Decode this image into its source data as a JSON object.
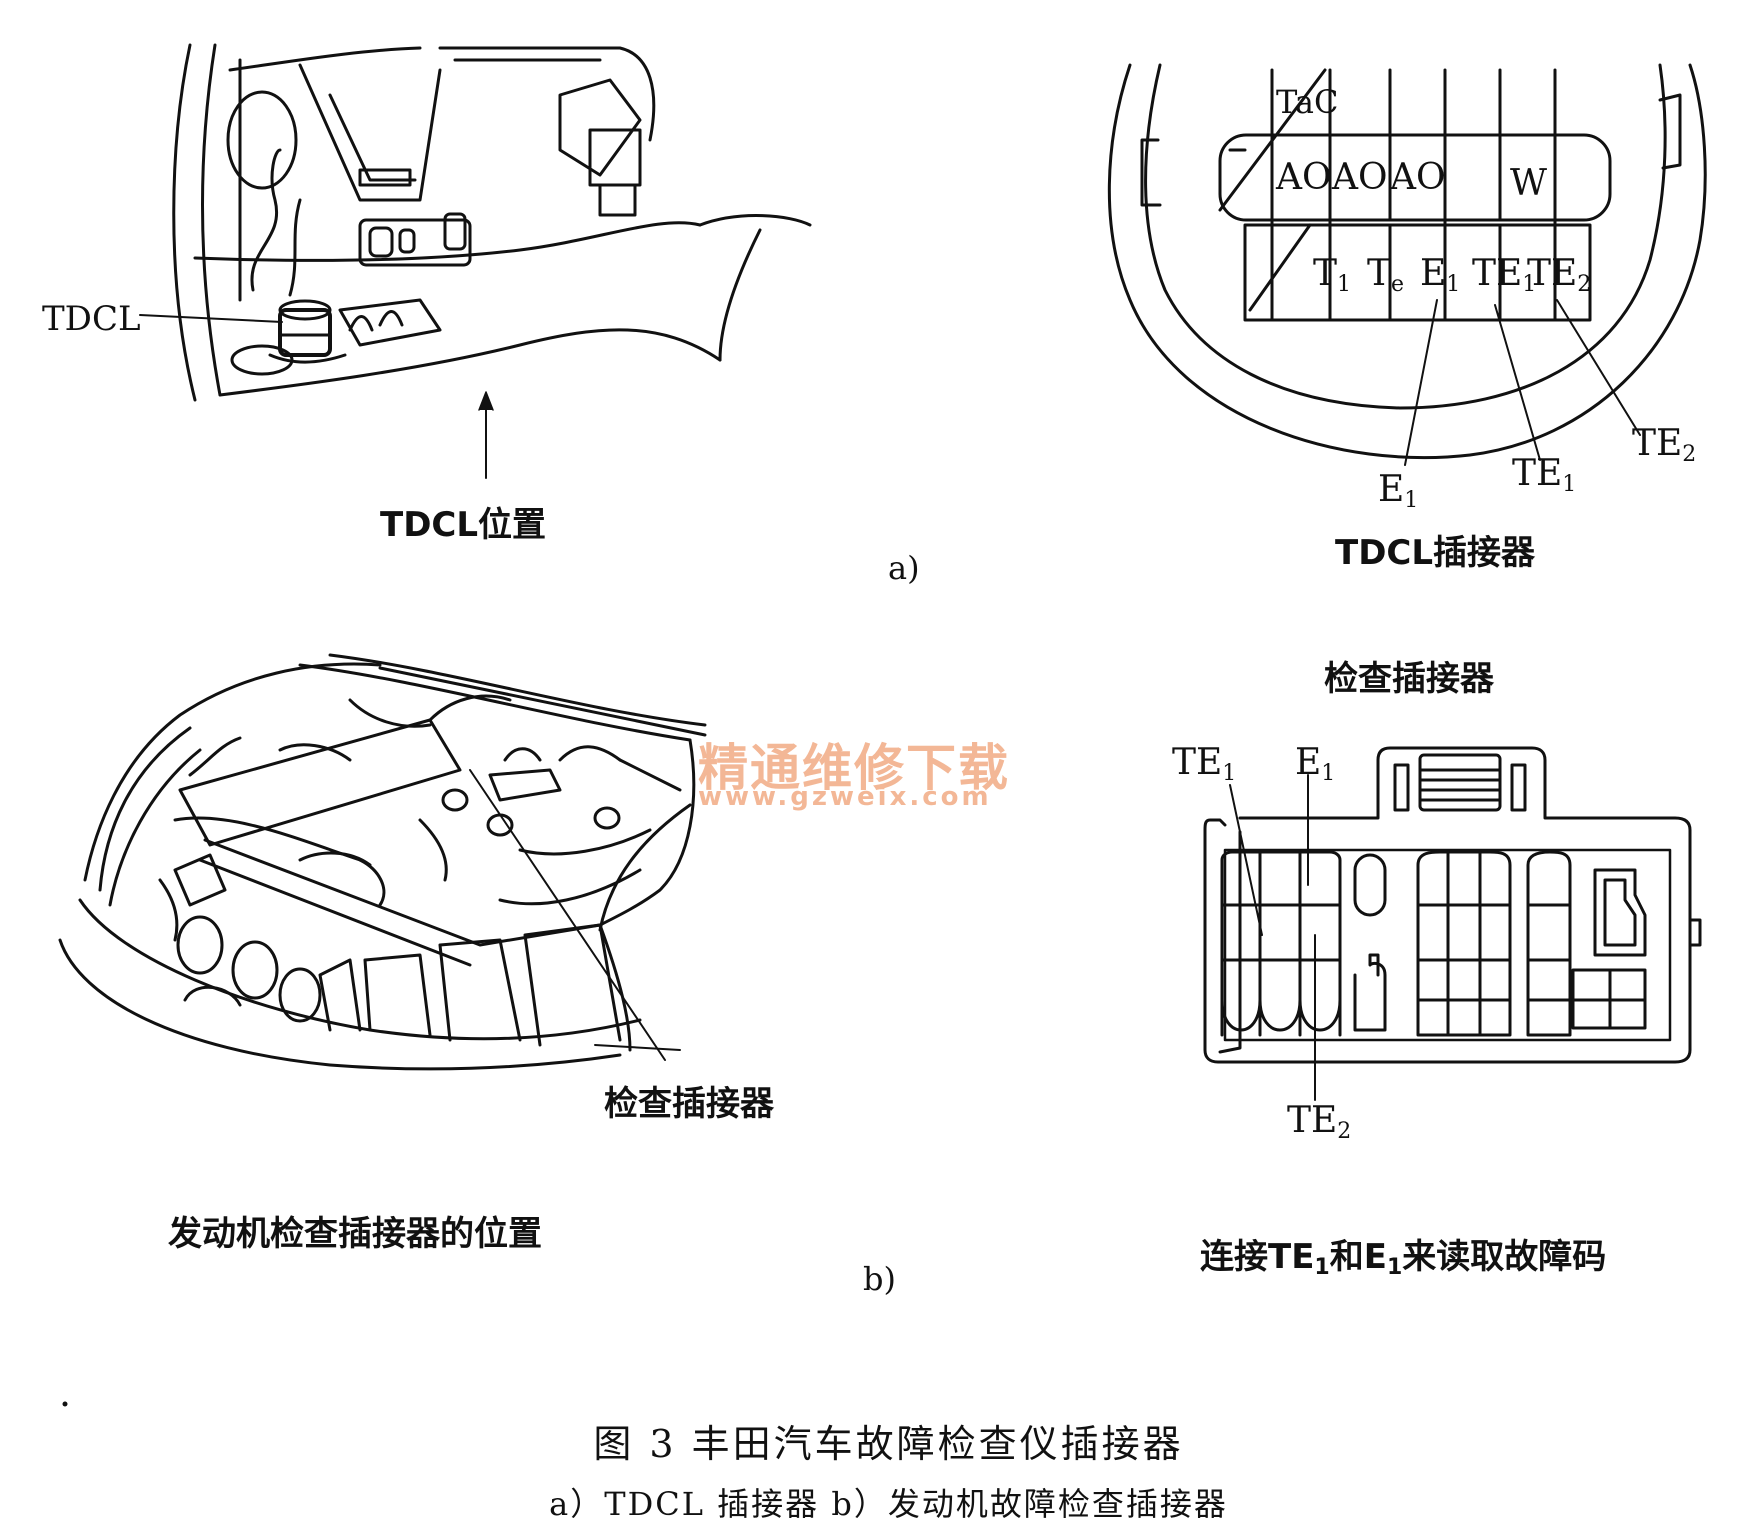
{
  "watermark": {
    "title": "精通维修下载",
    "url": "www.gzweix.com"
  },
  "panel_a": {
    "tag": "a)",
    "location": {
      "pointer_label": "TDCL",
      "caption": "TDCL位置"
    },
    "connector": {
      "caption": "TDCL插接器",
      "top_row_label": "TaC",
      "middle_row": [
        "AO",
        "AO",
        "AO",
        "W"
      ],
      "bottom_row": [
        {
          "base": "T",
          "sub": "1"
        },
        {
          "base": "T",
          "sub": "e"
        },
        {
          "base": "E",
          "sub": "1"
        },
        {
          "base": "TE",
          "sub": "1"
        },
        {
          "base": "TE",
          "sub": "2"
        }
      ],
      "callouts": [
        {
          "base": "E",
          "sub": "1"
        },
        {
          "base": "TE",
          "sub": "1"
        },
        {
          "base": "TE",
          "sub": "2"
        }
      ]
    }
  },
  "panel_b": {
    "tag": "b)",
    "engine": {
      "pointer_label": "检查插接器",
      "caption": "发动机检查插接器的位置"
    },
    "check_connector": {
      "title": "检查插接器",
      "labels": [
        {
          "base": "TE",
          "sub": "1"
        },
        {
          "base": "E",
          "sub": "1"
        },
        {
          "base": "TE",
          "sub": "2"
        }
      ],
      "instruction": {
        "p1": "连接TE",
        "s1": "1",
        "p2": "和E",
        "s2": "1",
        "p3": "来读取故障码"
      }
    }
  },
  "figure": {
    "title": "图 3  丰田汽车故障检查仪插接器",
    "subtitle": "a）TDCL 插接器    b）发动机故障检查插接器"
  }
}
